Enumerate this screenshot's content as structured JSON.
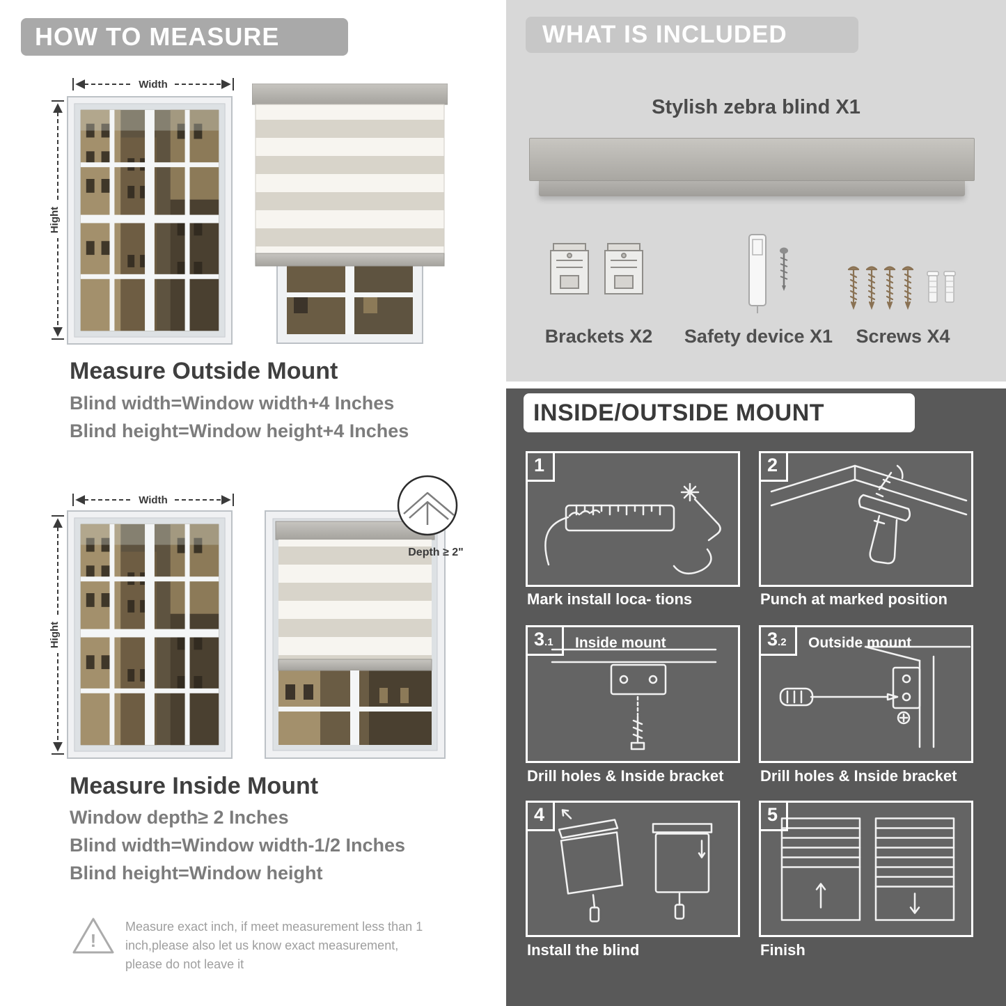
{
  "colors": {
    "header_gray": "#a9a9a9",
    "included_bg": "#d8d8d8",
    "included_header_bg": "#c7c7c7",
    "mount_bg": "#595959",
    "title_text": "#3f3f3f",
    "body_text": "#7c7c7c"
  },
  "left": {
    "header": "HOW TO MEASURE",
    "width_label": "Width",
    "height_label": "Hight",
    "outside": {
      "title": "Measure Outside Mount",
      "line1": "Blind width=Window width+4 Inches",
      "line2": "Blind height=Window height+4 Inches"
    },
    "inside": {
      "title": "Measure Inside Mount",
      "depth_label": "Depth ≥ 2\"",
      "line1": "Window depth≥ 2 Inches",
      "line2": "Blind width=Window width-1/2 Inches",
      "line3": "Blind height=Window height"
    },
    "warning": "Measure exact inch, if meet measurement less than 1 inch,please also let us know exact measurement, please do not leave it"
  },
  "right": {
    "included": {
      "header": "WHAT IS INCLUDED",
      "blind_label": "Stylish zebra blind X1",
      "items": [
        {
          "label": "Brackets X2"
        },
        {
          "label": "Safety device X1"
        },
        {
          "label": "Screws X4"
        }
      ]
    },
    "mount": {
      "header": "INSIDE/OUTSIDE MOUNT",
      "steps": [
        {
          "num": "1",
          "caption": "Mark install loca- tions"
        },
        {
          "num": "2",
          "caption": "Punch at  marked position"
        },
        {
          "num": "3",
          "sub": ".1",
          "title": "Inside mount",
          "caption": "Drill holes &  Inside bracket"
        },
        {
          "num": "3",
          "sub": ".2",
          "title": "Outside mount",
          "caption": "Drill holes &  Inside bracket"
        },
        {
          "num": "4",
          "caption": "Install the blind"
        },
        {
          "num": "5",
          "caption": "Finish"
        }
      ]
    }
  }
}
